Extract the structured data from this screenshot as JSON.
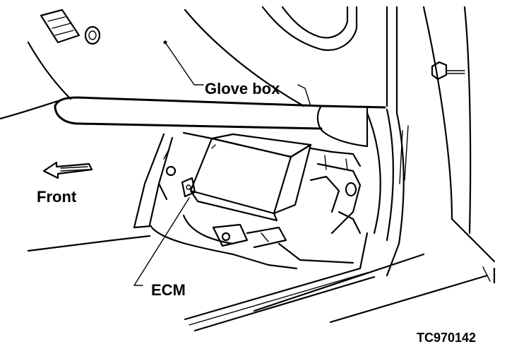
{
  "labels": {
    "glove_box": "Glove box",
    "front": "Front",
    "ecm": "ECM",
    "figure_code": "TC970142"
  },
  "colors": {
    "ink": "#000000",
    "paper": "#ffffff"
  }
}
